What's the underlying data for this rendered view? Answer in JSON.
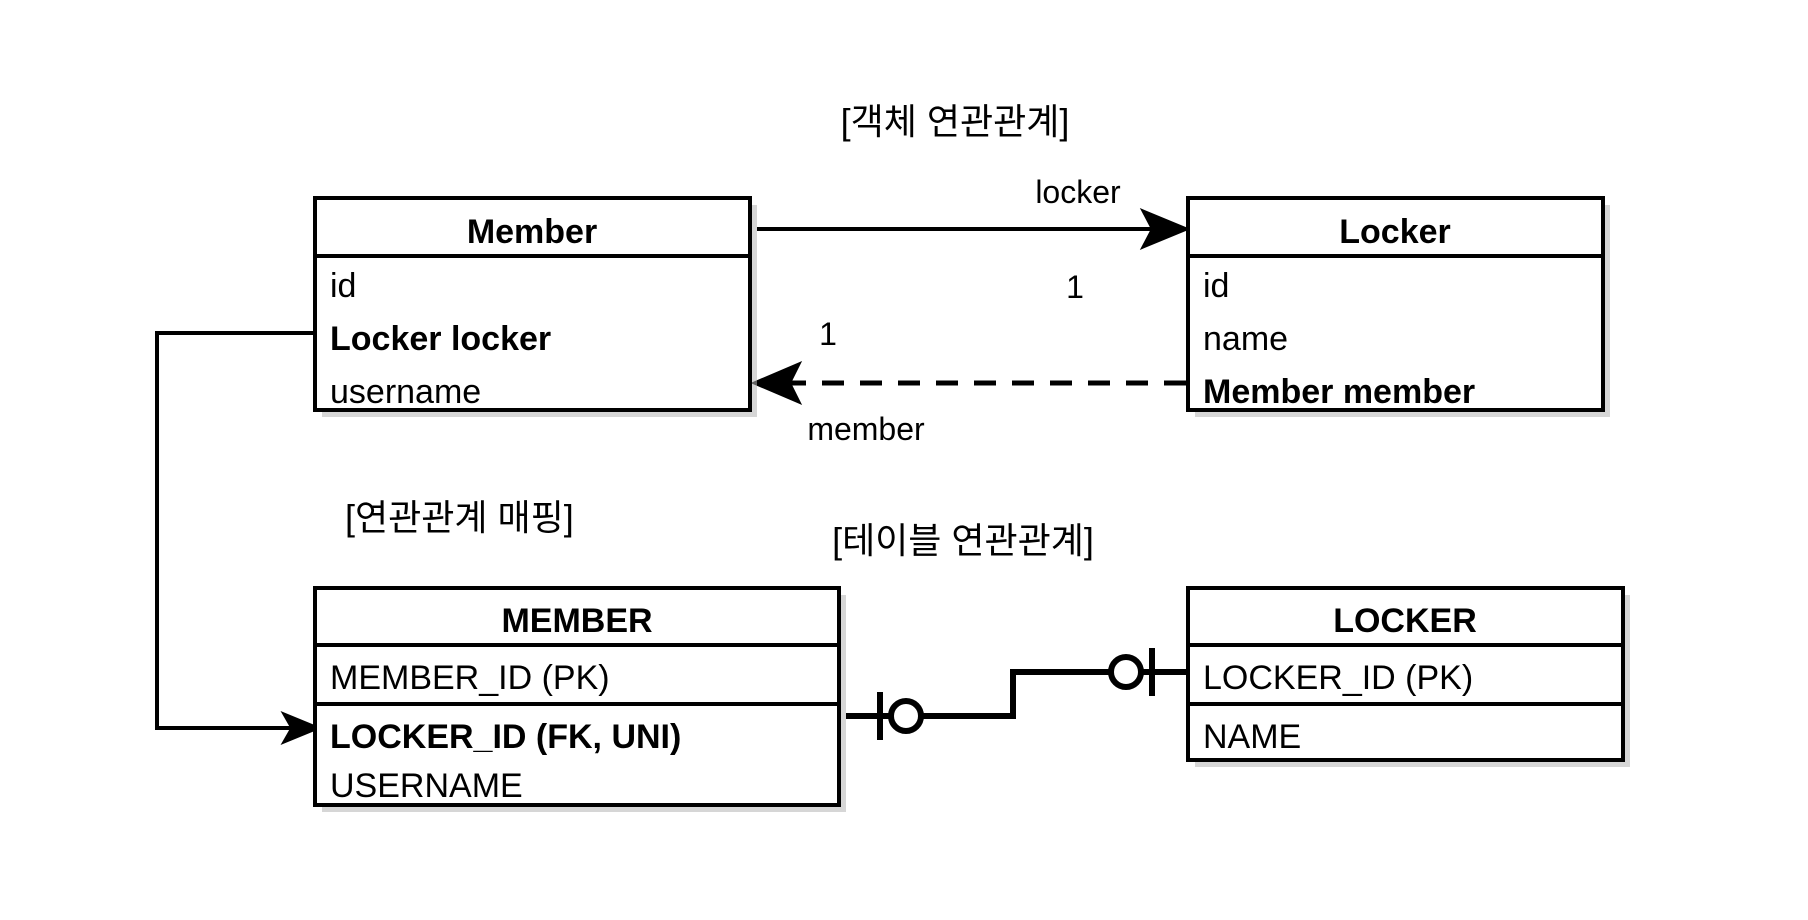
{
  "diagram": {
    "title_object_relation": "[객체 연관관계]",
    "title_table_relation": "[테이블 연관관계]",
    "title_mapping": "[연관관계 매핑]"
  },
  "object_model": {
    "member_class": {
      "name": "Member",
      "attributes": [
        {
          "text": "id",
          "bold": false
        },
        {
          "text": "Locker locker",
          "bold": true
        },
        {
          "text": "username",
          "bold": false
        }
      ]
    },
    "locker_class": {
      "name": "Locker",
      "attributes": [
        {
          "text": "id",
          "bold": false
        },
        {
          "text": "name",
          "bold": false
        },
        {
          "text": "Member member",
          "bold": true
        }
      ]
    },
    "associations": [
      {
        "role": "locker",
        "multiplicity": "1",
        "from": "Member",
        "to": "Locker",
        "style": "solid"
      },
      {
        "role": "member",
        "multiplicity": "1",
        "from": "Locker",
        "to": "Member",
        "style": "dashed"
      }
    ]
  },
  "table_model": {
    "member_table": {
      "name": "MEMBER",
      "columns": [
        {
          "text": "MEMBER_ID (PK)",
          "bold": false
        },
        {
          "text": "LOCKER_ID (FK, UNI)",
          "bold": true
        },
        {
          "text": "USERNAME",
          "bold": false
        }
      ]
    },
    "locker_table": {
      "name": "LOCKER",
      "columns": [
        {
          "text": "LOCKER_ID (PK)",
          "bold": false
        },
        {
          "text": "NAME",
          "bold": false
        }
      ]
    },
    "relationship": {
      "left_notation": "bar-circle",
      "right_notation": "circle-bar"
    }
  },
  "colors": {
    "background": "#ffffff",
    "stroke": "#000000",
    "box_fill": "#ffffff",
    "shadow": "#b4b4b4"
  }
}
